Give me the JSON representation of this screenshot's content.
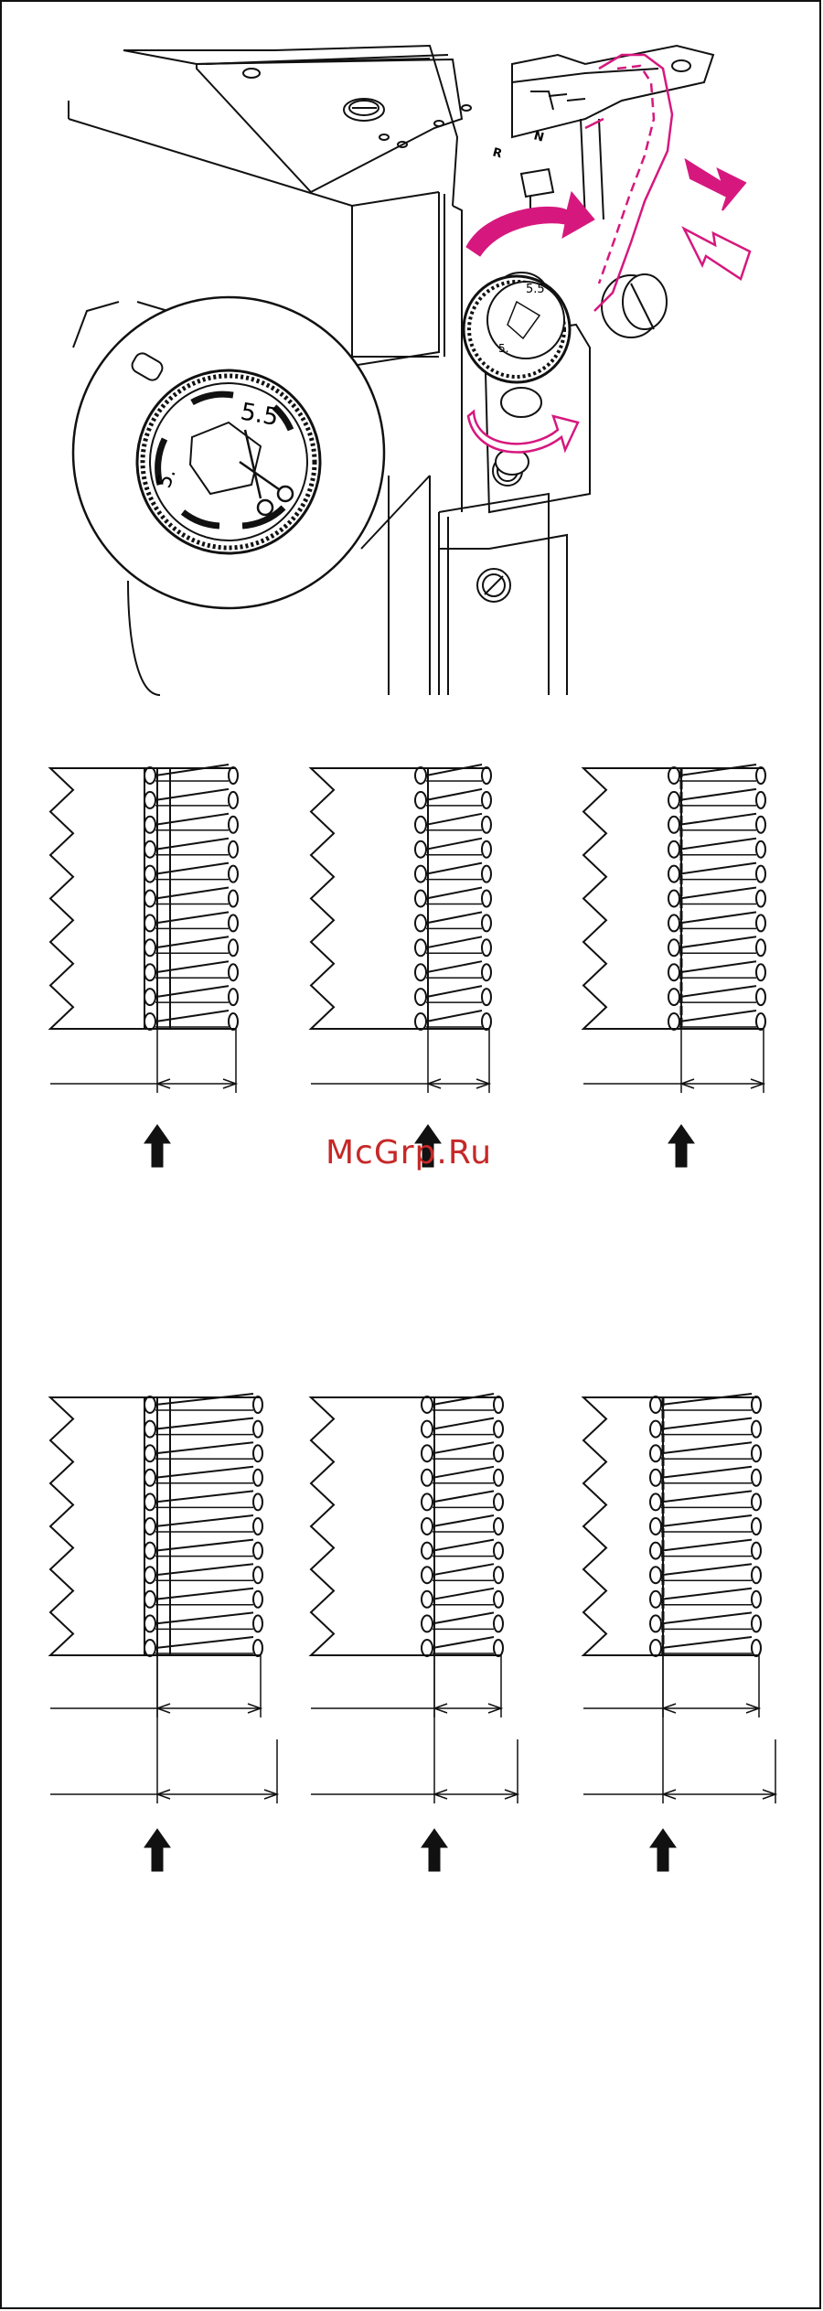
{
  "watermark": {
    "text": "McGrp.Ru"
  },
  "machine_illustration": {
    "dial_labels": {
      "upper": "5.5",
      "lower": "5."
    },
    "small_dial_labels": {
      "upper": "5.5",
      "lower": "5."
    },
    "plate_markings": {
      "r": "R",
      "n": "N"
    },
    "accent_color": "#d6187e"
  },
  "stitch_rows": [
    {
      "id": "row-1",
      "columns": [
        {
          "variant": "double-chain"
        },
        {
          "variant": "single-wide"
        },
        {
          "variant": "chain-left"
        }
      ]
    },
    {
      "id": "row-2",
      "columns": [
        {
          "variant": "double-chain"
        },
        {
          "variant": "single-wide"
        },
        {
          "variant": "chain-left"
        }
      ]
    }
  ]
}
